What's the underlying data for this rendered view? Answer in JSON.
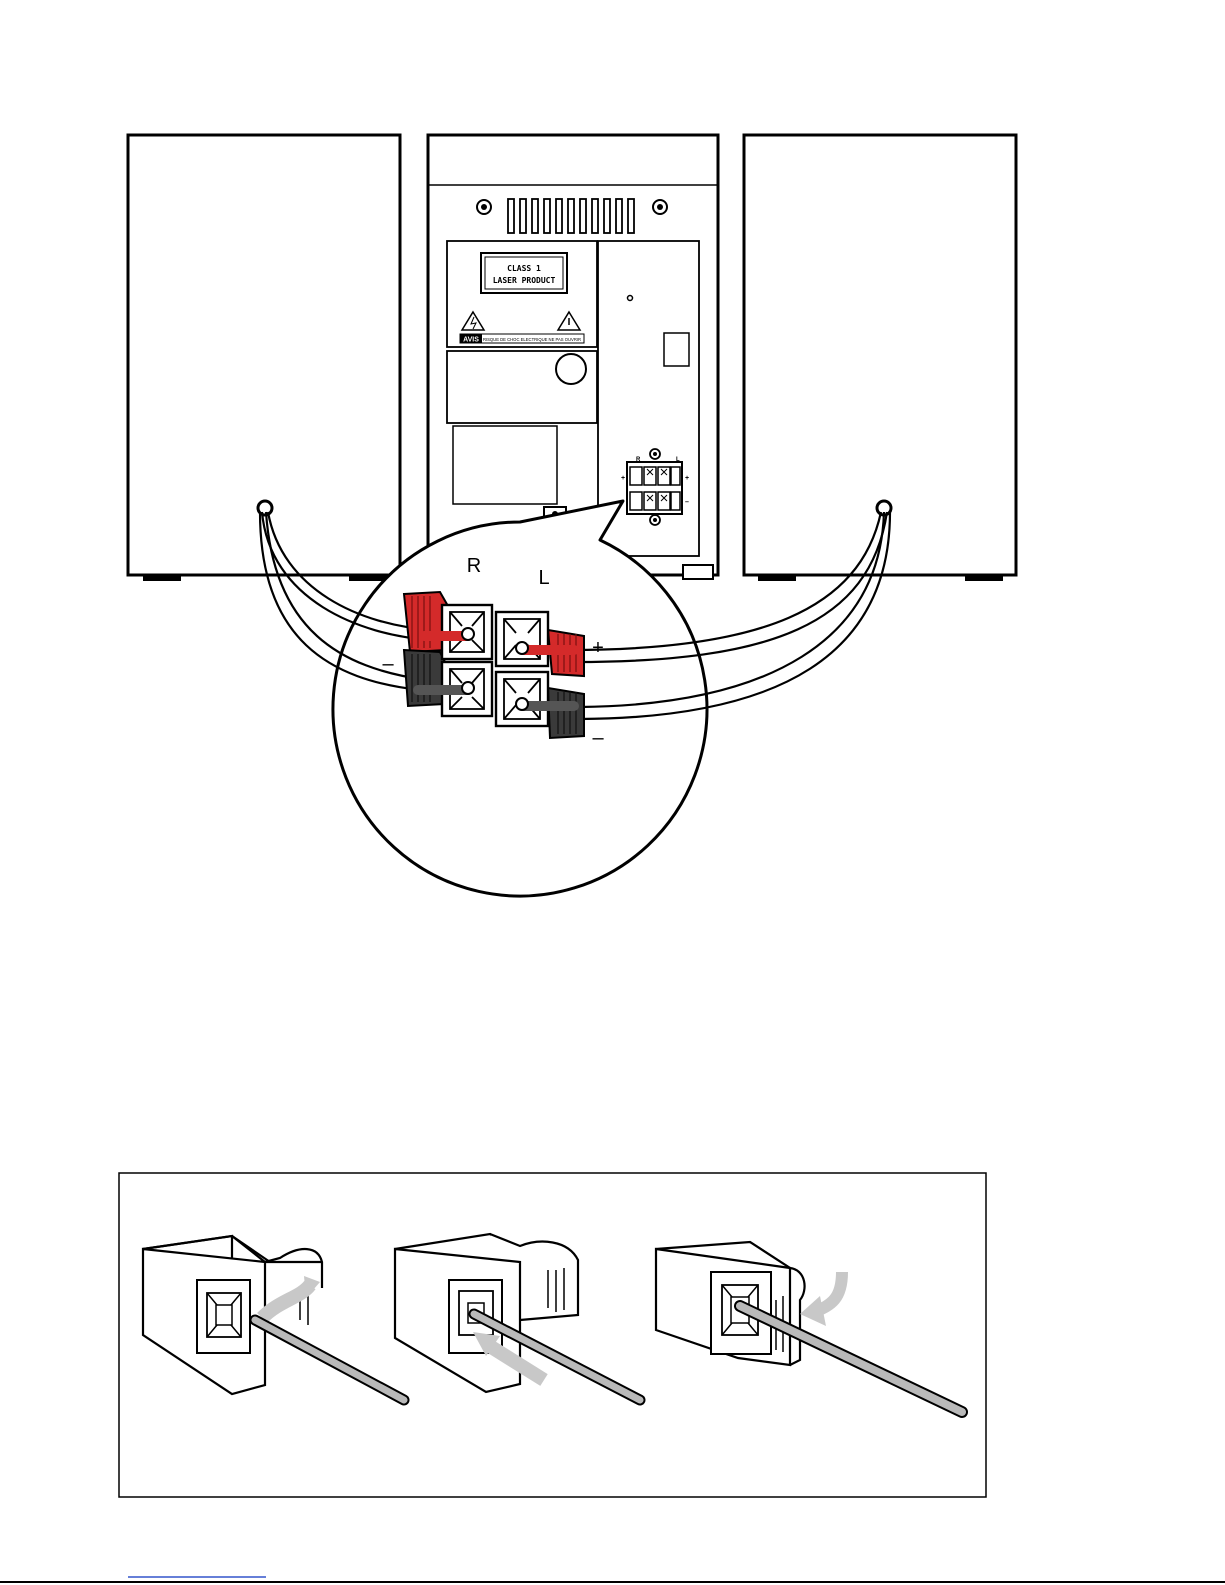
{
  "connection_figure": {
    "label_right": "R",
    "label_left": "L",
    "plus": "+",
    "minus_left": "–",
    "minus_right": "–",
    "mini_r": "R",
    "mini_l": "L",
    "mini_plus": "+",
    "mini_minus": "–"
  },
  "rear_panel": {
    "laser_line1": "CLASS 1",
    "laser_line2": "LASER PRODUCT",
    "avis": "AVIS",
    "avis_text": "RISQUE DE CHOC ELECTRIQUE NE PAS OUVRIR"
  },
  "colors": {
    "positive": "#d42a2a",
    "negative": "#3a3a3a",
    "arrow": "#c8c8c8",
    "wire": "#b9b9b9"
  },
  "steps_figure": {
    "step_count_shown": 3
  }
}
